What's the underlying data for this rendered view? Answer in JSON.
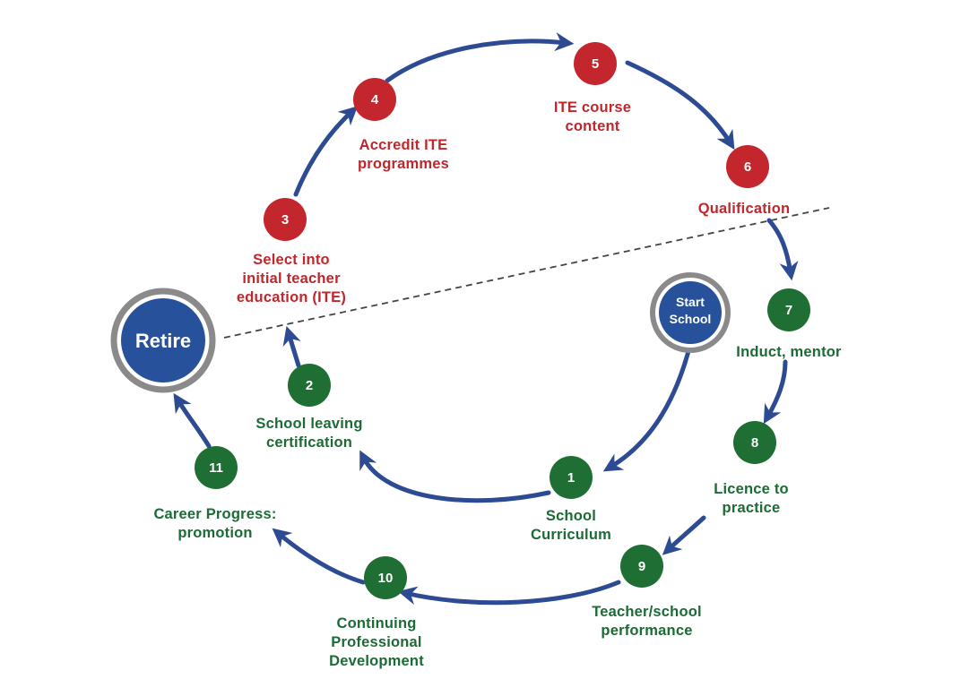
{
  "colors": {
    "red_node": "#c3272d",
    "green_node": "#1f6e34",
    "blue_node": "#27519a",
    "arrow": "#2d4b92",
    "ring": "#8a8a8a",
    "red_text": "#c0272d",
    "green_text": "#1c6b35"
  },
  "terminals": {
    "retire": "Retire",
    "start_line1": "Start",
    "start_line2": "School"
  },
  "steps": [
    {
      "number": "1",
      "label": "School\nCurriculum",
      "color": "green"
    },
    {
      "number": "2",
      "label": "School leaving\ncertification",
      "color": "green"
    },
    {
      "number": "3",
      "label": "Select into\ninitial teacher\neducation (ITE)",
      "color": "red"
    },
    {
      "number": "4",
      "label": "Accredit ITE\nprogrammes",
      "color": "red"
    },
    {
      "number": "5",
      "label": "ITE course\ncontent",
      "color": "red"
    },
    {
      "number": "6",
      "label": "Qualification",
      "color": "red"
    },
    {
      "number": "7",
      "label": "Induct, mentor",
      "color": "green"
    },
    {
      "number": "8",
      "label": "Licence to\npractice",
      "color": "green"
    },
    {
      "number": "9",
      "label": "Teacher/school\nperformance",
      "color": "green"
    },
    {
      "number": "10",
      "label": "Continuing\nProfessional\nDevelopment",
      "color": "green"
    },
    {
      "number": "11",
      "label": "Career Progress:\npromotion",
      "color": "green"
    }
  ]
}
